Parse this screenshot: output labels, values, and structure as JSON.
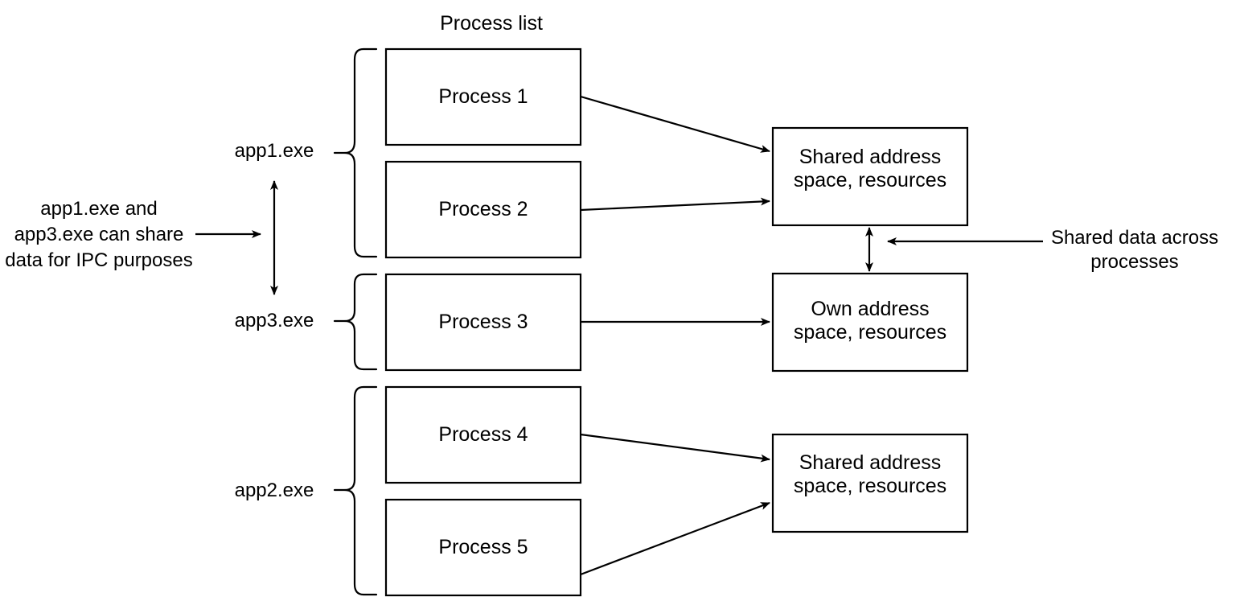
{
  "diagram": {
    "title": "Process list",
    "process_boxes": [
      {
        "label": "Process 1"
      },
      {
        "label": "Process 2"
      },
      {
        "label": "Process 3"
      },
      {
        "label": "Process 4"
      },
      {
        "label": "Process 5"
      }
    ],
    "app_labels": [
      {
        "name": "app1.exe"
      },
      {
        "name": "app3.exe"
      },
      {
        "name": "app2.exe"
      }
    ],
    "memory_boxes": [
      {
        "line1": "Shared address",
        "line2": "space, resources"
      },
      {
        "line1": "Own address",
        "line2": "space, resources"
      },
      {
        "line1": "Shared address",
        "line2": "space, resources"
      }
    ],
    "annotations": {
      "ipc_note": {
        "line1": "app1.exe and",
        "line2": "app3.exe can share",
        "line3": "data for IPC purposes"
      },
      "shared_data_note": {
        "line1": "Shared data across",
        "line2": "processes"
      }
    },
    "colors": {
      "stroke": "#000000",
      "fill": "#ffffff",
      "text": "#000000"
    }
  }
}
